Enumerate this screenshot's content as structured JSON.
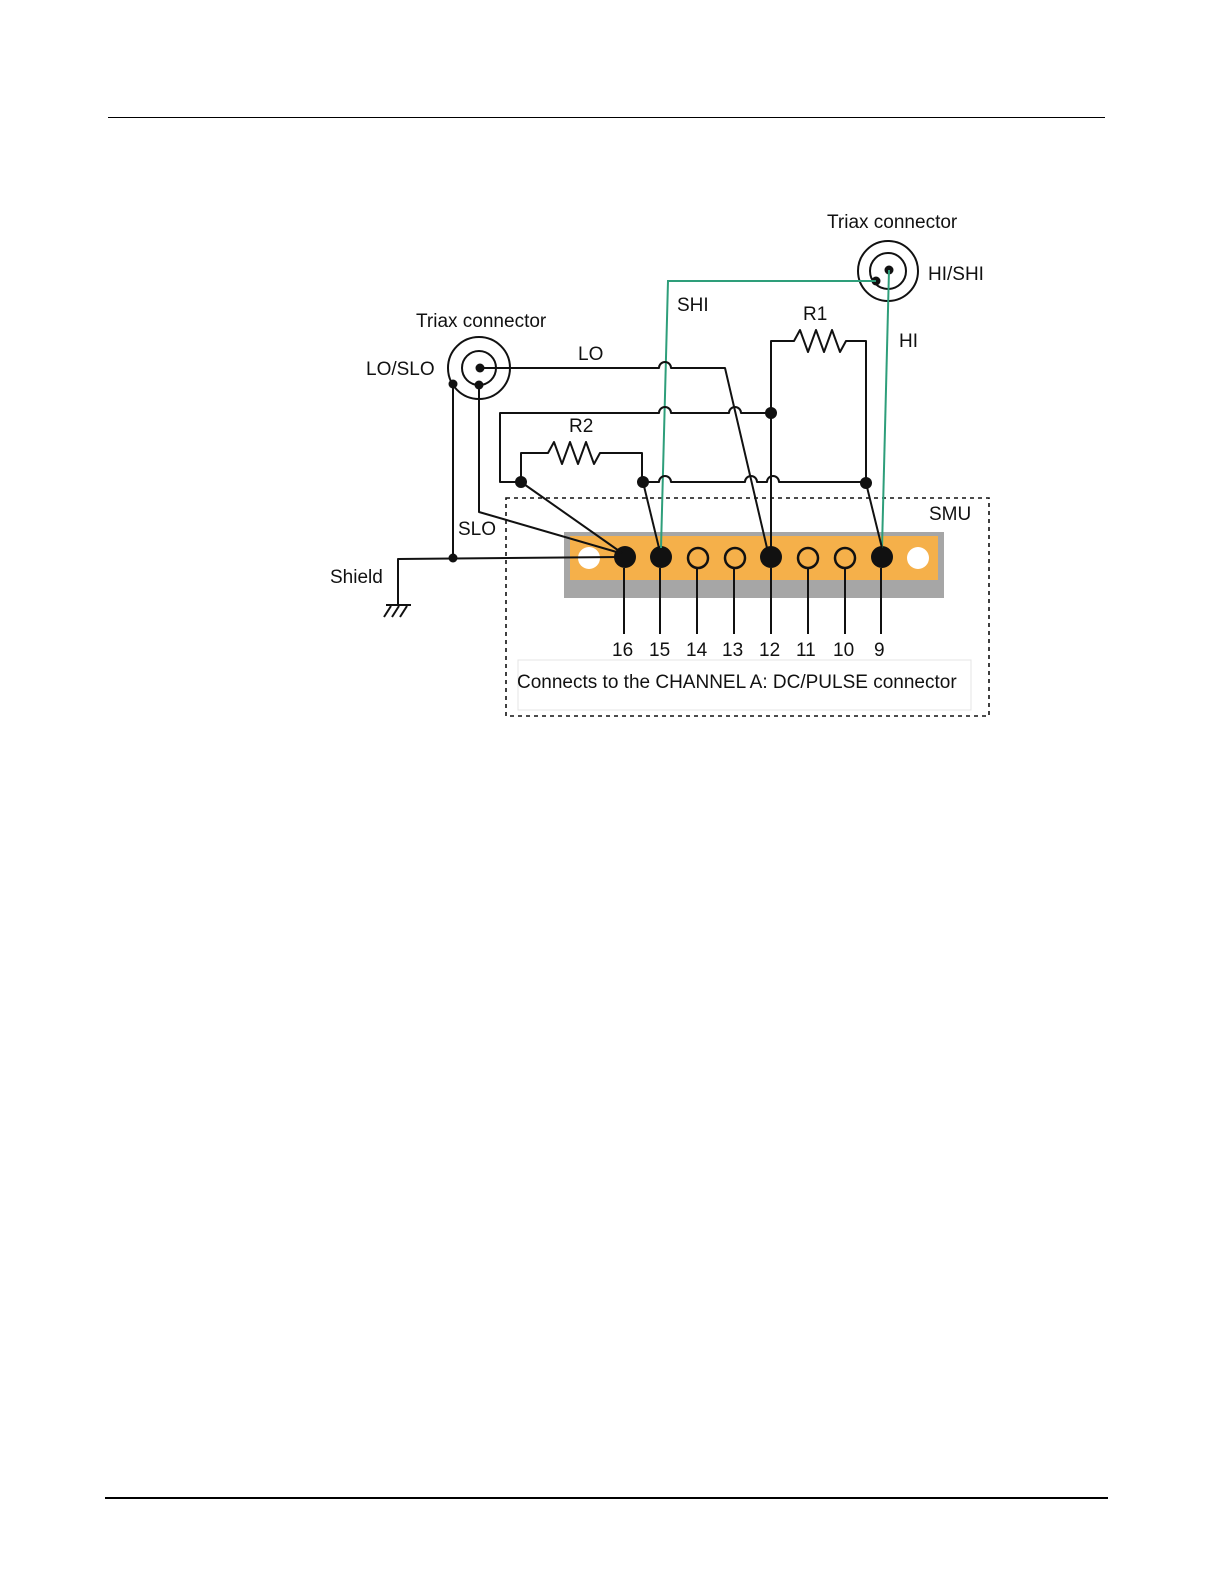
{
  "diagram": {
    "triax_hi": {
      "title": "Triax connector",
      "label": "HI/SHI"
    },
    "triax_lo": {
      "title": "Triax connector",
      "label": "LO/SLO"
    },
    "wires": {
      "shi": "SHI",
      "hi": "HI",
      "lo": "LO",
      "slo": "SLO"
    },
    "resistors": {
      "r1": "R1",
      "r2": "R2"
    },
    "shield": "Shield",
    "smu": "SMU",
    "pins": [
      "16",
      "15",
      "14",
      "13",
      "12",
      "11",
      "10",
      "9"
    ],
    "caption": "Connects to the CHANNEL A: DC/PULSE connector",
    "colors": {
      "connector_body": "#f5b04a",
      "connector_frame": "#a6a6a6",
      "shield_wire": "#2e9e7a"
    }
  }
}
